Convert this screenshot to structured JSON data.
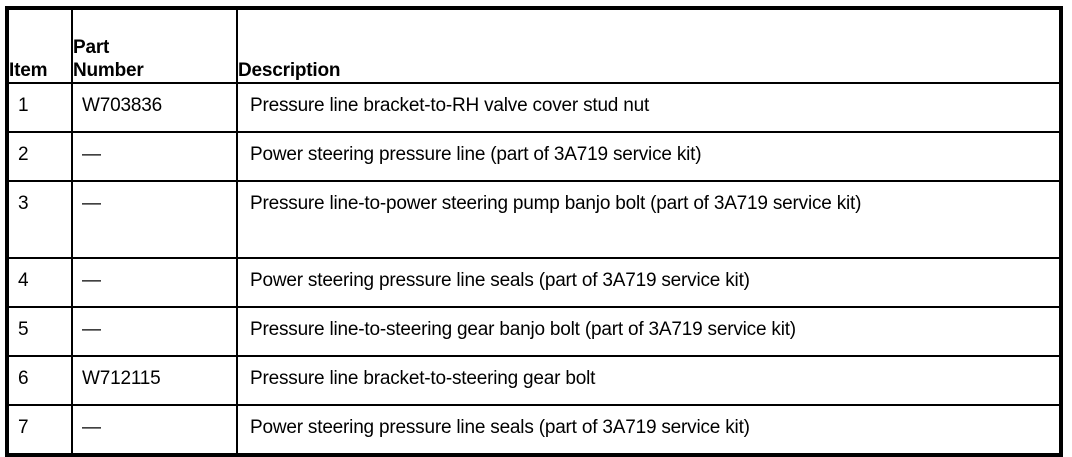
{
  "table": {
    "columns": [
      {
        "key": "item",
        "label": "Item"
      },
      {
        "key": "part_number",
        "label_line1": "Part",
        "label_line2": "Number"
      },
      {
        "key": "description",
        "label": "Description"
      }
    ],
    "rows": [
      {
        "item": "1",
        "part_number": "W703836",
        "description": "Pressure line bracket-to-RH valve cover stud nut"
      },
      {
        "item": "2",
        "part_number": "—",
        "description": "Power steering pressure line (part of 3A719 service kit)"
      },
      {
        "item": "3",
        "part_number": "—",
        "description": "Pressure line-to-power steering pump banjo bolt (part of 3A719 service kit)"
      },
      {
        "item": "4",
        "part_number": "—",
        "description": "Power steering pressure line seals (part of 3A719 service kit)"
      },
      {
        "item": "5",
        "part_number": "—",
        "description": "Pressure line-to-steering gear banjo bolt (part of 3A719 service kit)"
      },
      {
        "item": "6",
        "part_number": "W712115",
        "description": "Pressure line bracket-to-steering gear bolt"
      },
      {
        "item": "7",
        "part_number": "—",
        "description": "Power steering pressure line seals (part of 3A719 service kit)"
      }
    ]
  },
  "colors": {
    "border": "#000000",
    "text": "#000000",
    "background": "#ffffff"
  }
}
